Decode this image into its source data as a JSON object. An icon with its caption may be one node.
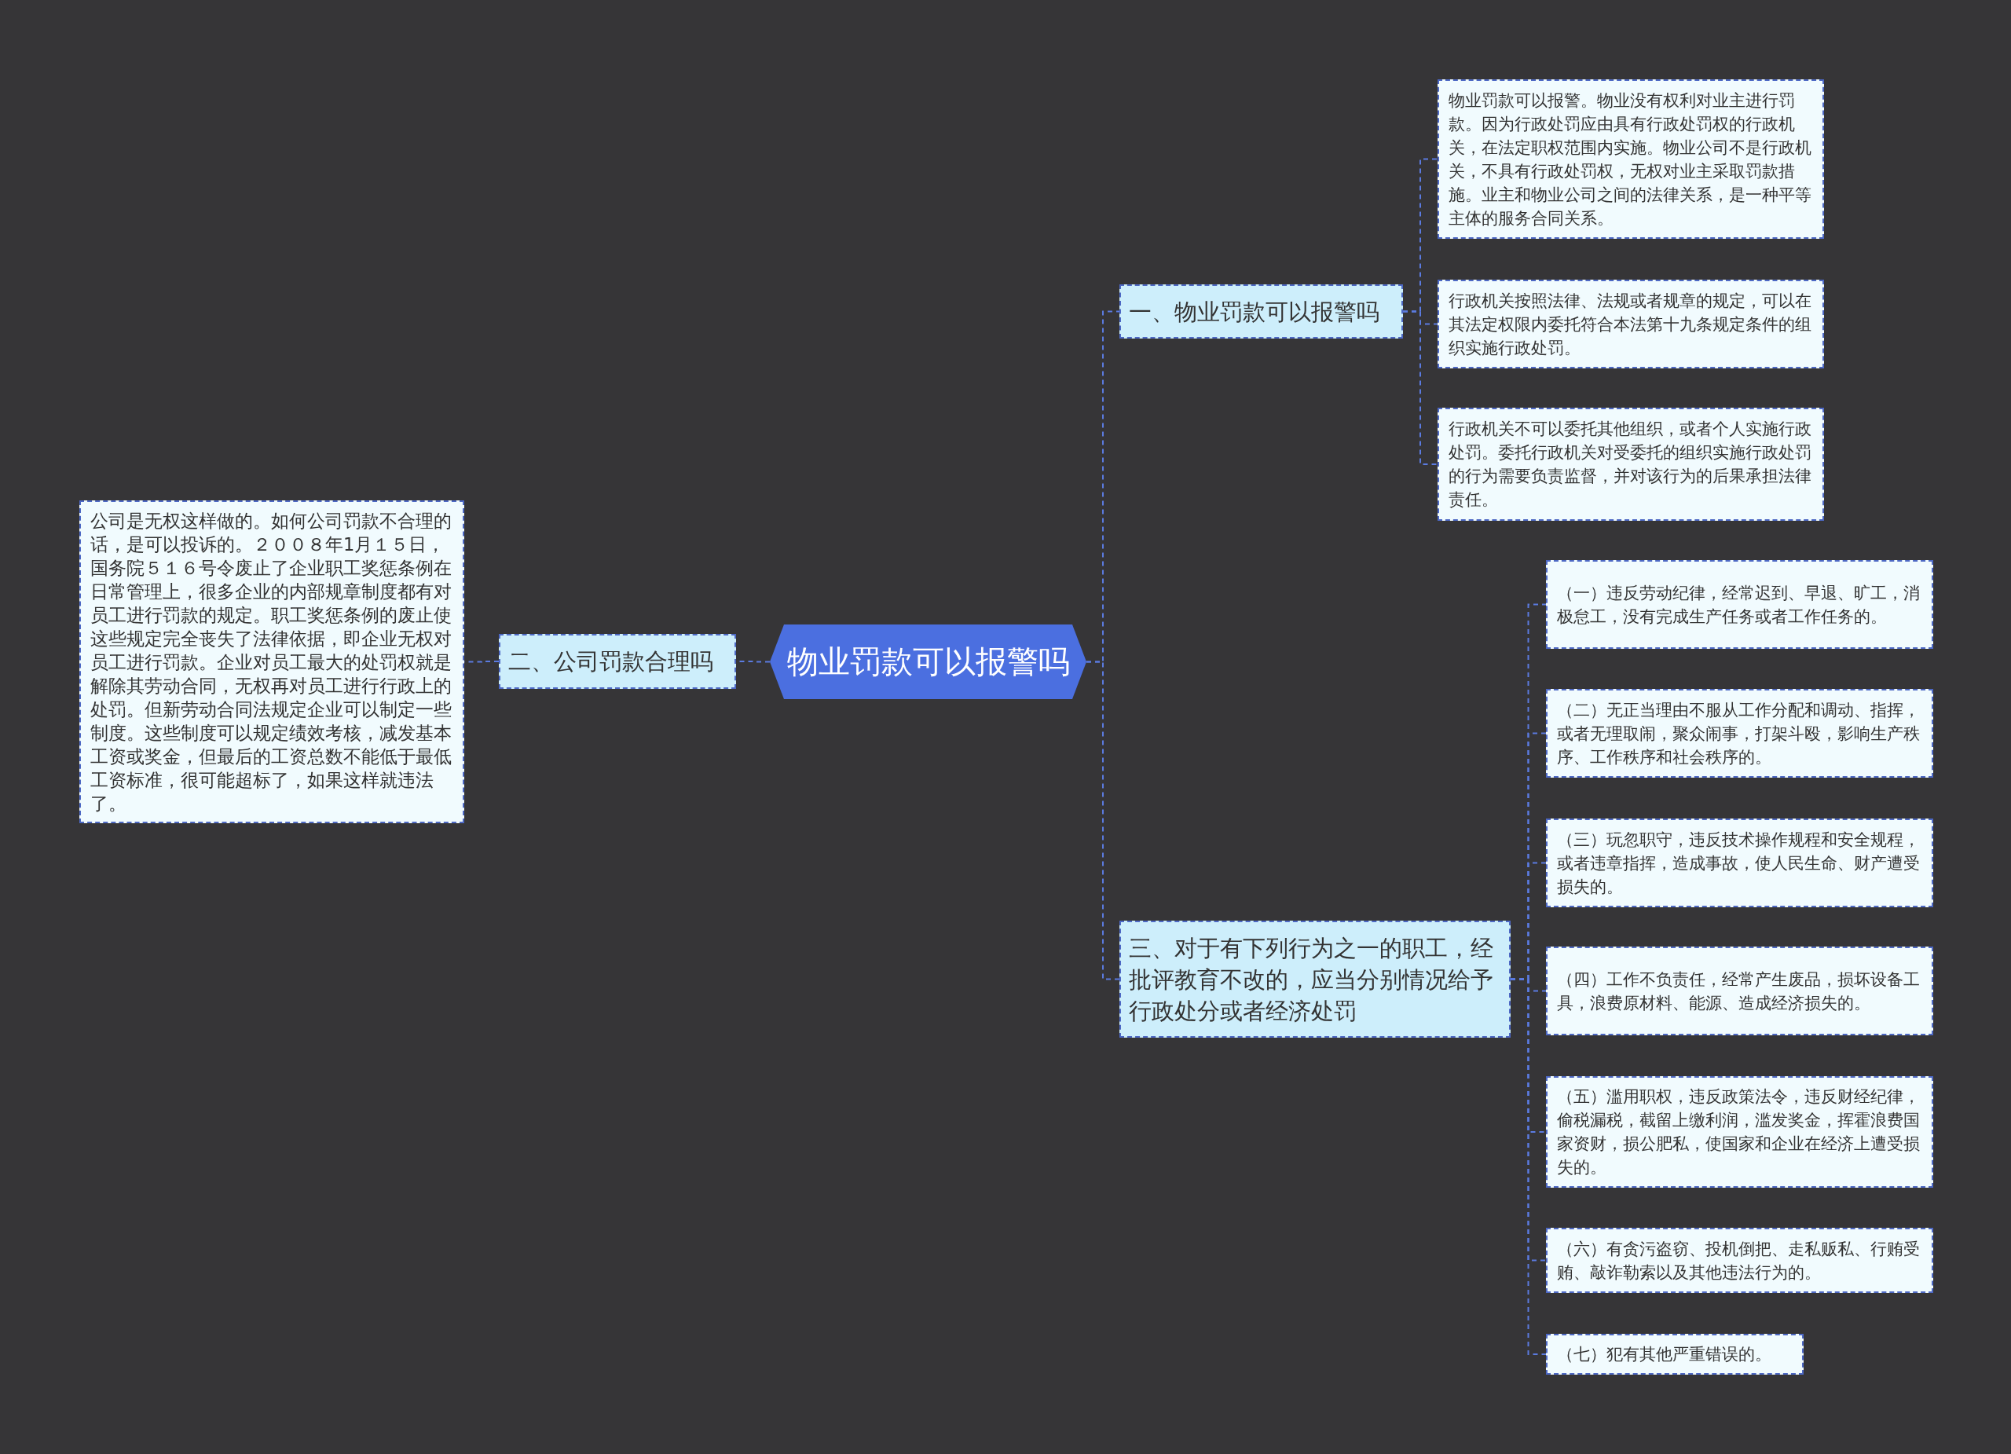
{
  "diagram": {
    "nodes": [
      {
        "text": [
          "物业罚款可以报警吗"
        ]
      },
      {
        "text": [
          "一、物业罚款可以报警吗"
        ]
      },
      {
        "text": [
          "物业罚款可以报警。物业没有权利对业主进行罚款。因为行政处罚应由具有行政处罚权的行政机关，在法定职权范围内实施。物业公司不是行政机关，不具有行政处罚权，无权对业主采取罚款措施。业主和物业公司之间的法律关系，是一种平等主体的服务合同关系。"
        ]
      },
      {
        "text": [
          "行政机关按照法律、法规或者规章的规定，可以在其法定权限内委托符合本法第十九条规定条件的组织实施行政处罚。"
        ]
      },
      {
        "text": [
          "行政机关不可以委托其他组织，或者个人实施行政处罚。委托行政机关对受委托的组织实施行政处罚的行为需要负责监督，并对该行为的后果承担法律责任。"
        ]
      },
      {
        "text": [
          "二、公司罚款合理吗"
        ]
      },
      {
        "text": [
          "公司是无权这样做的。如何公司罚款不合理的话，是可以投诉的。２００８年1月１５日，国务院５１６号令废止了企业职工奖惩条例在日常管理上，很多企业的内部规章制度都有对员工进行罚款的规定。职工奖惩条例的废止使这些规定完全丧失了法律依据，即企业无权对员工进行罚款。企业对员工最大的处罚权就是解除其劳动合同，无权再对员工进行行政上的处罚。但新劳动合同法规定企业可以制定一些制度。这些制度可以规定绩效考核，减发基本工资或奖金，但最后的工资总数不能低于最低工资标准，很可能超标了，如果这样就违法了。"
        ]
      },
      {
        "text": [
          "三、对于有下列行为之一的职工，经批评教育不改的，应当分别情况给予行政处分或者经济处罚"
        ]
      },
      {
        "text": [
          "（一）违反劳动纪律，经常迟到、早退、旷工，消极怠工，没有完成生产任务或者工作任务的。"
        ]
      },
      {
        "text": [
          "（二）无正当理由不服从工作分配和调动、指挥，或者无理取闹，聚众闹事，打架斗殴，影响生产秩序、工作秩序和社会秩序的。"
        ]
      },
      {
        "text": [
          "（三）玩忽职守，违反技术操作规程和安全规程，或者违章指挥，造成事故，使人民生命、财产遭受损失的。"
        ]
      },
      {
        "text": [
          "（四）工作不负责任，经常产生废品，损坏设备工具，浪费原材料、能源、造成经济损失的。"
        ]
      },
      {
        "text": [
          "（五）滥用职权，违反政策法令，违反财经纪律，偷税漏税，截留上缴利润，滥发奖金，挥霍浪费国家资财，损公肥私，使国家和企业在经济上遭受损失的。"
        ]
      },
      {
        "text": [
          "（六）有贪污盗窃、投机倒把、走私贩私、行贿受贿、敲诈勒索以及其他违法行为的。"
        ]
      },
      {
        "text": [
          "（七）犯有其他严重错误的。"
        ]
      }
    ],
    "edges": [
      {
        "from": 0,
        "to": 1,
        "arrow": "none",
        "style": "dashed"
      },
      {
        "from": 1,
        "to": 2,
        "arrow": "none",
        "style": "dashed"
      },
      {
        "from": 1,
        "to": 3,
        "arrow": "none",
        "style": "dashed"
      },
      {
        "from": 1,
        "to": 4,
        "arrow": "none",
        "style": "dashed"
      },
      {
        "from": 0,
        "to": 5,
        "arrow": "none",
        "style": "dashed"
      },
      {
        "from": 5,
        "to": 6,
        "arrow": "none",
        "style": "dashed"
      },
      {
        "from": 0,
        "to": 7,
        "arrow": "none",
        "style": "dashed"
      },
      {
        "from": 7,
        "to": 8,
        "arrow": "none",
        "style": "dashed"
      },
      {
        "from": 7,
        "to": 9,
        "arrow": "none",
        "style": "dashed"
      },
      {
        "from": 7,
        "to": 10,
        "arrow": "none",
        "style": "dashed"
      },
      {
        "from": 7,
        "to": 11,
        "arrow": "none",
        "style": "dashed"
      },
      {
        "from": 7,
        "to": 12,
        "arrow": "none",
        "style": "dashed"
      },
      {
        "from": 7,
        "to": 13,
        "arrow": "none",
        "style": "dashed"
      },
      {
        "from": 7,
        "to": 14,
        "arrow": "none",
        "style": "dashed"
      }
    ]
  }
}
